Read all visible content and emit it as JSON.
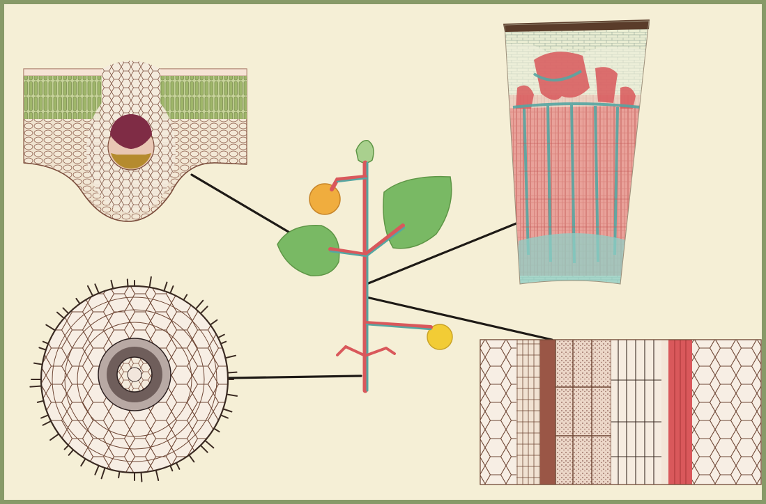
{
  "diagram": {
    "colors": {
      "frame": "#879a68",
      "paper": "#f5efd6",
      "ink": "#1e1a16",
      "xylem": "#d9585b",
      "phloem": "#56a6a2",
      "leaf_green": "#79b964",
      "fruit_orange": "#f0ad3e",
      "fruit_yellow": "#f2cc35",
      "palisade": "#8fa45f",
      "bark": "#5a3c2a"
    },
    "panels": [
      {
        "name": "leaf-cross-section",
        "icon": "leaf-section-icon"
      },
      {
        "name": "stem-wedge-section",
        "icon": "stem-wedge-icon"
      },
      {
        "name": "root-cross-section",
        "icon": "root-section-icon"
      },
      {
        "name": "vascular-longitudinal-section",
        "icon": "vessel-strip-icon"
      }
    ],
    "plant": {
      "name": "central-plant",
      "icon": "plant-icon",
      "leaves": 3,
      "fruits": 2
    },
    "connectors": 4
  }
}
